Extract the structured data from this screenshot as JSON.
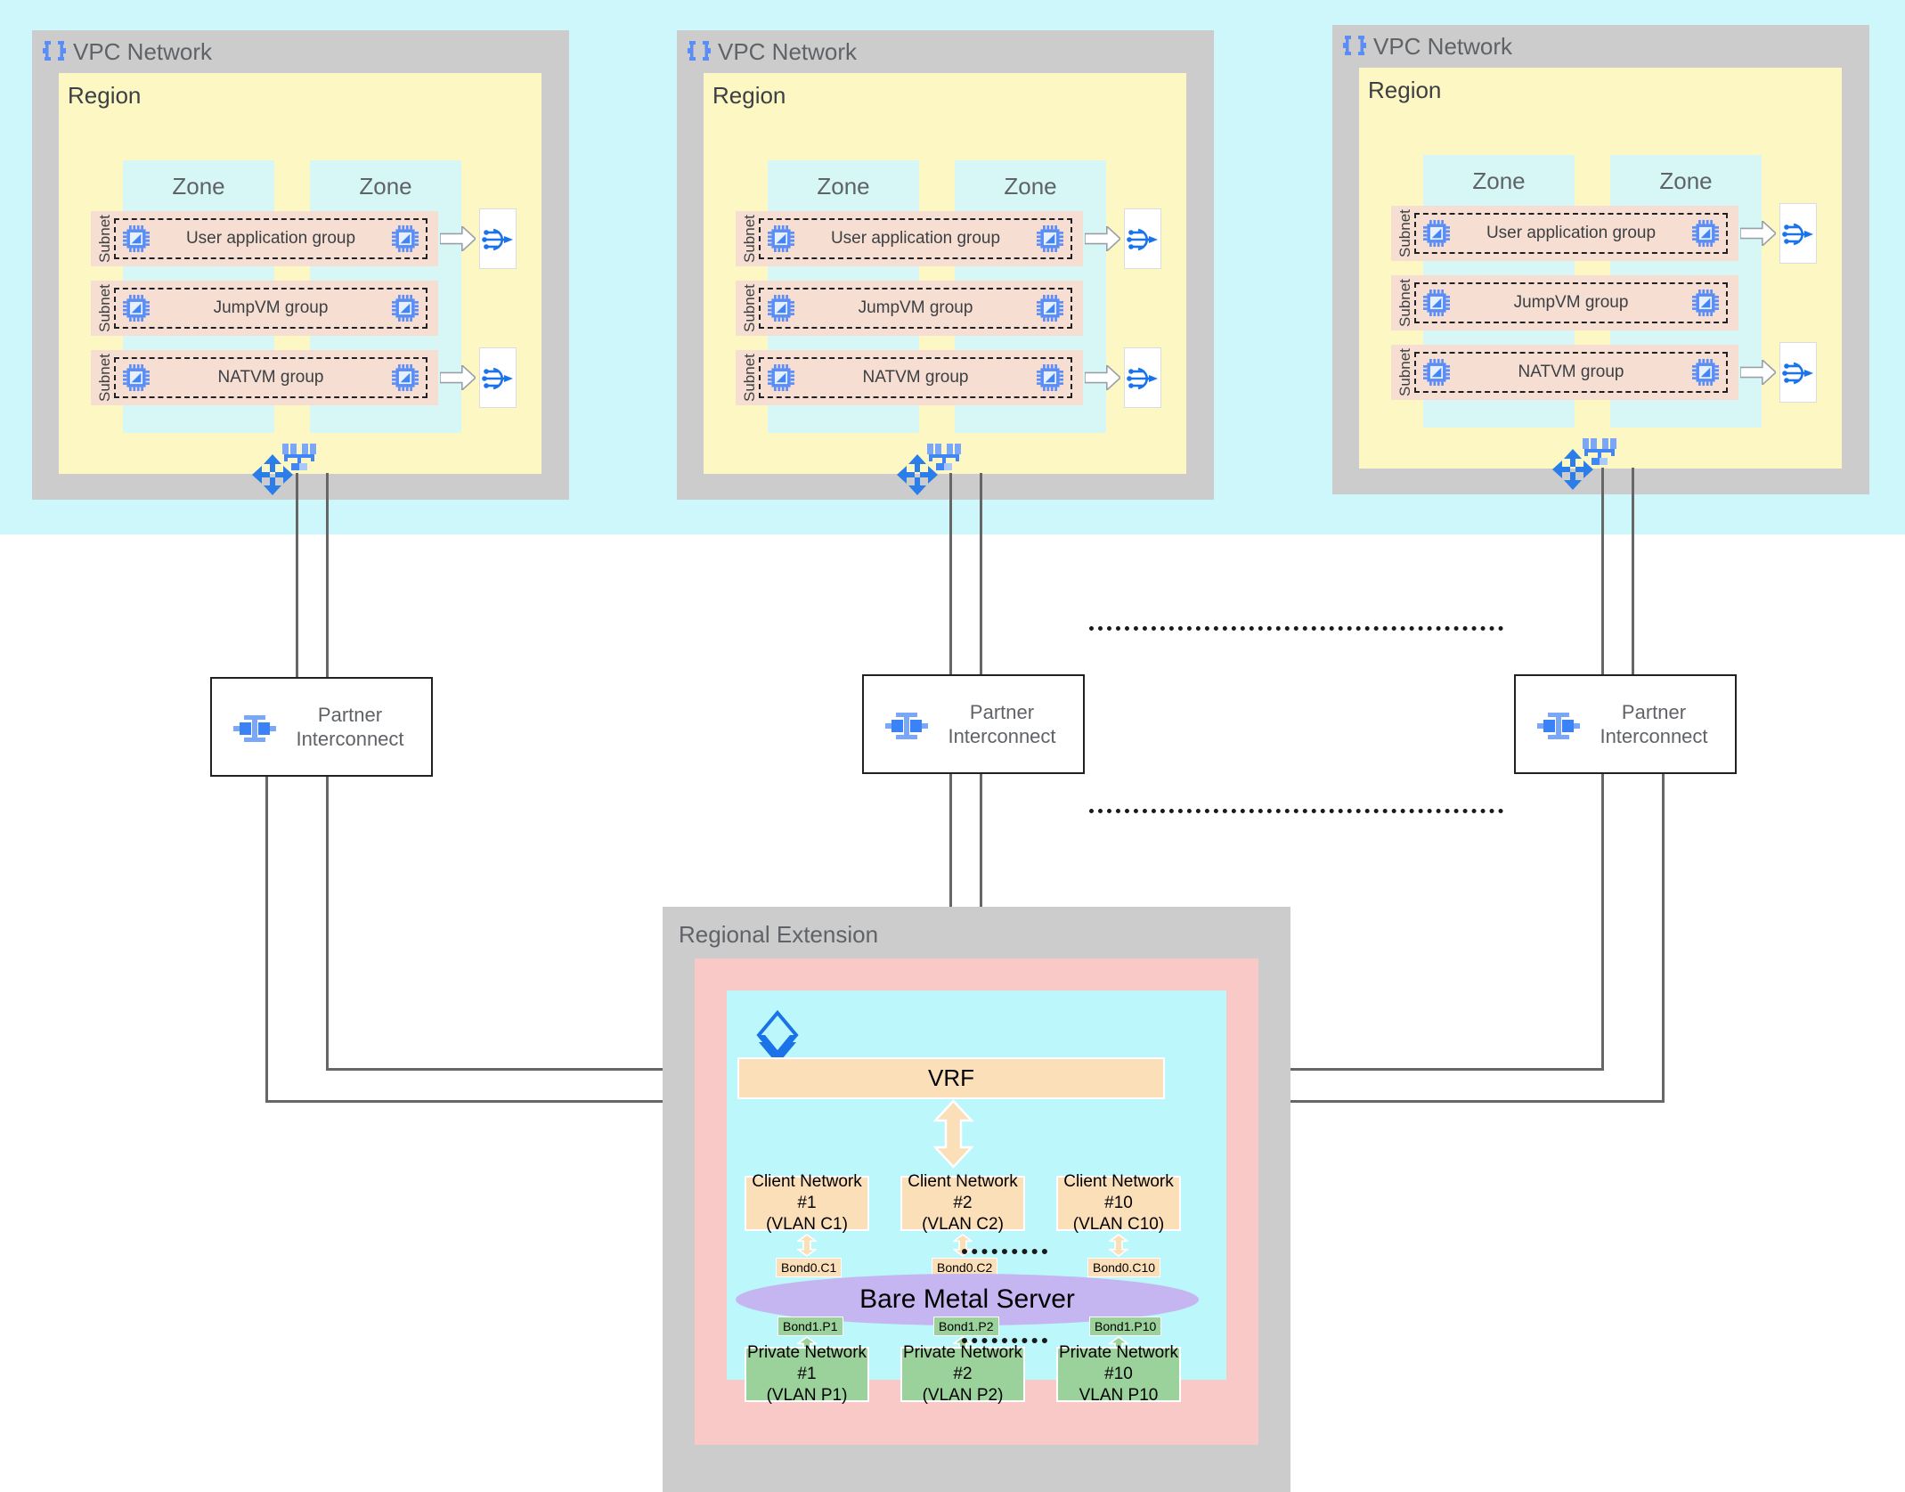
{
  "diagram": {
    "title": "Bare Metal Solution multi-region VPC connectivity",
    "colors": {
      "cloud_band": "#cdf7fb",
      "vpc": "#cccccc",
      "region": "#fdf7c3",
      "zone": "#d7f7f6",
      "subnet": "#f6ded3",
      "vrf": "#fbdfb8",
      "client_network": "#fbdfb8",
      "private_network": "#9bd29b",
      "bare_metal_server": "#c5b6f2",
      "regional_extension_inner": "#f8c9c6",
      "regional_extension_core": "#bbf7fb",
      "connector_line": "#666666",
      "icon_blue": "#4285f4"
    }
  },
  "vpcs": [
    {
      "title": "VPC Network",
      "region_title": "Region",
      "zones": [
        "Zone",
        "Zone"
      ],
      "subnets": [
        {
          "label": "Subnet",
          "group": "User application group",
          "has_nat": true
        },
        {
          "label": "Subnet",
          "group": "JumpVM group",
          "has_nat": false
        },
        {
          "label": "Subnet",
          "group": "NATVM group",
          "has_nat": true
        }
      ]
    },
    {
      "title": "VPC Network",
      "region_title": "Region",
      "zones": [
        "Zone",
        "Zone"
      ],
      "subnets": [
        {
          "label": "Subnet",
          "group": "User application group",
          "has_nat": true
        },
        {
          "label": "Subnet",
          "group": "JumpVM group",
          "has_nat": false
        },
        {
          "label": "Subnet",
          "group": "NATVM group",
          "has_nat": true
        }
      ]
    },
    {
      "title": "VPC Network",
      "region_title": "Region",
      "zones": [
        "Zone",
        "Zone"
      ],
      "subnets": [
        {
          "label": "Subnet",
          "group": "User application group",
          "has_nat": true
        },
        {
          "label": "Subnet",
          "group": "JumpVM group",
          "has_nat": false
        },
        {
          "label": "Subnet",
          "group": "NATVM group",
          "has_nat": true
        }
      ]
    }
  ],
  "partner_interconnects": [
    {
      "line1": "Partner",
      "line2": "Interconnect"
    },
    {
      "line1": "Partner",
      "line2": "Interconnect"
    },
    {
      "line1": "Partner",
      "line2": "Interconnect"
    }
  ],
  "regional_extension": {
    "title": "Regional Extension",
    "vrf_label": "VRF",
    "bare_metal_server_label": "Bare Metal Server",
    "client_networks": [
      {
        "line1": "Client Network #1",
        "line2": "(VLAN C1)",
        "bond": "Bond0.C1"
      },
      {
        "line1": "Client Network #2",
        "line2": "(VLAN C2)",
        "bond": "Bond0.C2"
      },
      {
        "line1": "Client Network #10",
        "line2": "(VLAN C10)",
        "bond": "Bond0.C10"
      }
    ],
    "private_networks": [
      {
        "line1": "Private Network #1",
        "line2": "(VLAN P1)",
        "line3": "",
        "bond": "Bond1.P1"
      },
      {
        "line1": "Private Network #2",
        "line2": "(VLAN P2)",
        "line3": "",
        "bond": "Bond1.P2"
      },
      {
        "line1": "Private Network",
        "line2": "#10",
        "line3": "VLAN P10",
        "bond": "Bond1.P10"
      }
    ]
  },
  "icons": {
    "vpc": "vpc-network-icon",
    "vm": "compute-vm-chip-icon",
    "nat": "cloud-nat-icon",
    "router_tree": "cloud-router-icon",
    "interconnect_cross": "interconnect-attachment-icon",
    "partner_interconnect": "partner-interconnect-icon",
    "bms_layers": "bare-metal-layers-icon"
  }
}
